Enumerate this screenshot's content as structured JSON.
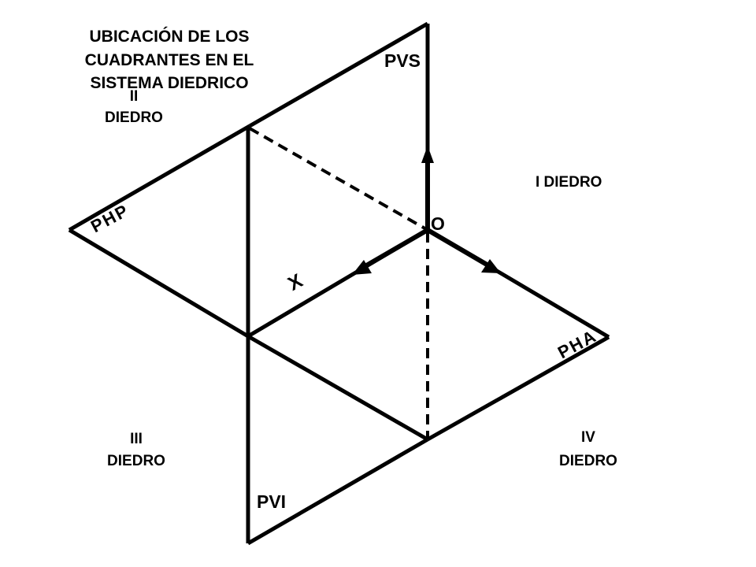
{
  "title": {
    "line1": "UBICACIÓN DE LOS",
    "line2": "CUADRANTES EN EL",
    "line3": "SISTEMA DIEDRICO"
  },
  "quadrants": {
    "second": {
      "numeral": "II",
      "word": "DIEDRO"
    },
    "first": {
      "text": "I DIEDRO"
    },
    "third": {
      "numeral": "III",
      "word": "DIEDRO"
    },
    "fourth": {
      "numeral": "IV",
      "word": "DIEDRO"
    }
  },
  "planes": {
    "pvs": "PVS",
    "php": "PHP",
    "pha": "PHA",
    "pvi": "PVI"
  },
  "axes": {
    "origin": "O",
    "x": "X"
  },
  "colors": {
    "ink": "#000000",
    "background": "#ffffff"
  }
}
